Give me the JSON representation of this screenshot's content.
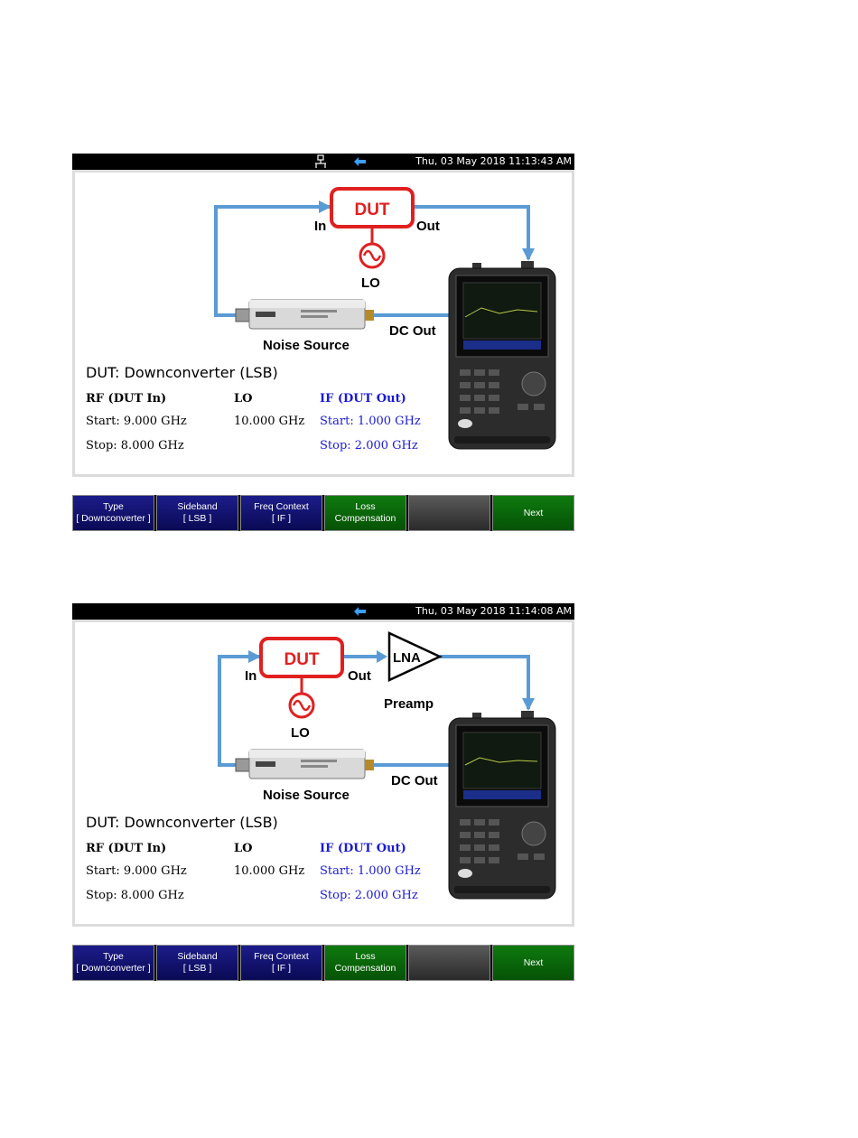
{
  "screens": [
    {
      "status": {
        "datetime": "Thu, 03 May 2018 11:13:43 AM"
      },
      "diagram": {
        "dut": "DUT",
        "in": "In",
        "out": "Out",
        "lo": "LO",
        "noise_source": "Noise Source",
        "dc_out": "DC Out"
      },
      "info": {
        "title": "DUT: Downconverter (LSB)",
        "rf_header": "RF (DUT In)",
        "lo_header": "LO",
        "if_header": "IF (DUT Out)",
        "rf_start": "Start: 9.000 GHz",
        "lo_value": "10.000 GHz",
        "if_start": "Start: 1.000 GHz",
        "rf_stop": "Stop: 8.000 GHz",
        "if_stop": "Stop: 2.000 GHz"
      },
      "softkeys": [
        {
          "line1": "Type",
          "line2": "[ Downconverter ]"
        },
        {
          "line1": "Sideband",
          "line2": "[ LSB ]"
        },
        {
          "line1": "Freq Context",
          "line2": "[ IF ]"
        },
        {
          "line1": "Loss",
          "line2": "Compensation"
        },
        {
          "line1": "",
          "line2": ""
        },
        {
          "line1": "Next",
          "line2": ""
        }
      ]
    },
    {
      "status": {
        "datetime": "Thu, 03 May 2018 11:14:08 AM"
      },
      "diagram": {
        "dut": "DUT",
        "in": "In",
        "out": "Out",
        "lo": "LO",
        "lna": "LNA",
        "preamp": "Preamp",
        "noise_source": "Noise Source",
        "dc_out": "DC Out"
      },
      "info": {
        "title": "DUT: Downconverter (LSB)",
        "rf_header": "RF (DUT In)",
        "lo_header": "LO",
        "if_header": "IF (DUT Out)",
        "rf_start": "Start: 9.000 GHz",
        "lo_value": "10.000 GHz",
        "if_start": "Start: 1.000 GHz",
        "rf_stop": "Stop: 8.000 GHz",
        "if_stop": "Stop: 2.000 GHz"
      },
      "softkeys": [
        {
          "line1": "Type",
          "line2": "[ Downconverter ]"
        },
        {
          "line1": "Sideband",
          "line2": "[ LSB ]"
        },
        {
          "line1": "Freq Context",
          "line2": "[ IF ]"
        },
        {
          "line1": "Loss",
          "line2": "Compensation"
        },
        {
          "line1": "",
          "line2": ""
        },
        {
          "line1": "Next",
          "line2": ""
        }
      ]
    }
  ],
  "colors": {
    "signal_line": "#5b9bd5",
    "dut_red": "#e02020",
    "softkey_blue": "#1c1c8a",
    "softkey_green": "#0e7a0e",
    "if_blue": "#1a1ad6"
  },
  "icons": [
    "lan-icon",
    "signal-icon",
    "oscillator-icon",
    "noise-source-icon",
    "analyzer-icon"
  ]
}
